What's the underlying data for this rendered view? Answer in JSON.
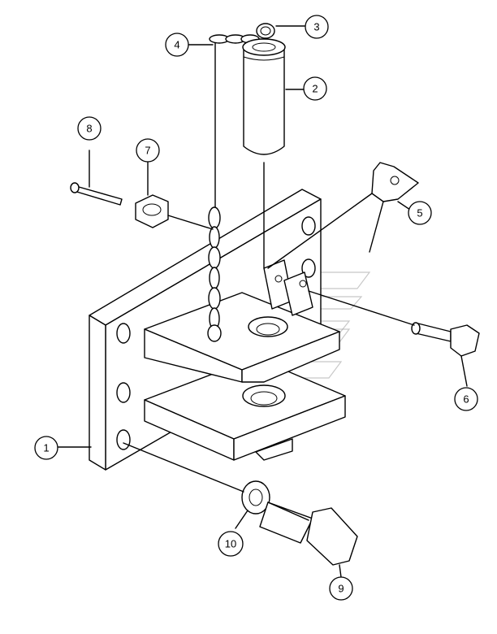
{
  "callouts": [
    {
      "id": "1",
      "label": "1",
      "part": "mounting-plate"
    },
    {
      "id": "2",
      "label": "2",
      "part": "pin"
    },
    {
      "id": "3",
      "label": "3",
      "part": "ring"
    },
    {
      "id": "4",
      "label": "4",
      "part": "chain"
    },
    {
      "id": "5",
      "label": "5",
      "part": "bracket"
    },
    {
      "id": "6",
      "label": "6",
      "part": "small-bolt"
    },
    {
      "id": "7",
      "label": "7",
      "part": "nut"
    },
    {
      "id": "8",
      "label": "8",
      "part": "cotter-pin"
    },
    {
      "id": "9",
      "label": "9",
      "part": "large-bolt"
    },
    {
      "id": "10",
      "label": "10",
      "part": "washer"
    }
  ],
  "colors": {
    "line": "#000000",
    "background": "#ffffff",
    "watermark": "#9a9a9a"
  }
}
